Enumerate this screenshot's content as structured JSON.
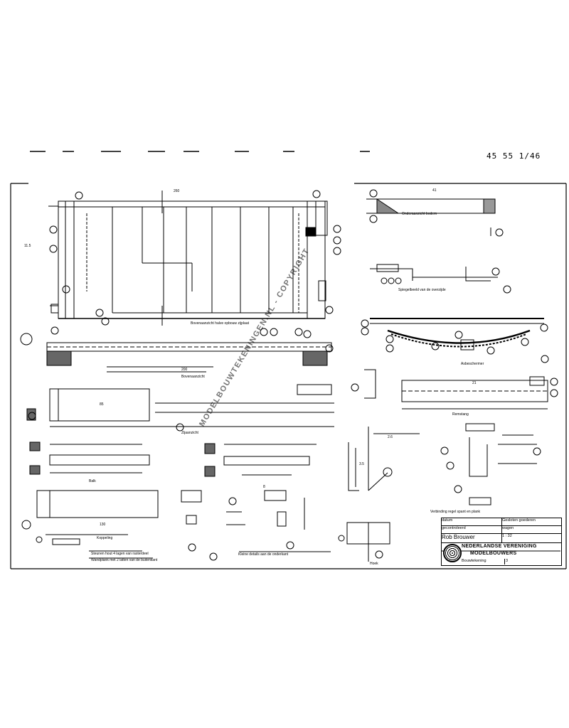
{
  "sheet": {
    "reference": "45 55 1/46"
  },
  "watermark": "MODELBOUWTEKENINGEN.NL - COPYRIGHT",
  "section_labels": {
    "top_view": "Bovenaanzicht halve opbouw zijplaat",
    "bottom_frame": "Bovenaanzicht",
    "mid_detail": "Zijaanzicht",
    "axle": "Asbeschermer",
    "handbrake": "Remstang",
    "chassis": "Onderaanzicht bodem",
    "beam": "Balk",
    "angle_detail": "Hoek",
    "mirror_note": "Spiegelbeeld van de overzijde",
    "left_notes_1": "Steunen hout 4 lagen van rasterdeel",
    "left_notes_2": "Wandplank met 2 latten van de buitenkant",
    "dimensions": "Verbinding regel spant en plank",
    "couplings": "Koppeling",
    "small_assembly": "Kleine details aan de onderkant"
  },
  "dimensions": {
    "d1": "260",
    "d2": "200",
    "d3": "85",
    "d4": "41",
    "d5": "11.5",
    "d6": "21",
    "d7": "3.5",
    "d8": "2.6",
    "d9": "8",
    "d10": "130"
  },
  "title_block": {
    "title_line_1": "Gesloten goederen",
    "title_line_2": "wagen",
    "scale": "1 : 32",
    "org_line_1": "NEDERLANDSE VERENIGING",
    "org_line_2": "MODELBOUWERS",
    "drawn_by": "Rob Brouwer",
    "sheet_no": "3",
    "code": "Bouwtekening",
    "date_label": "datum",
    "checked_label": "gecontroleerd"
  }
}
